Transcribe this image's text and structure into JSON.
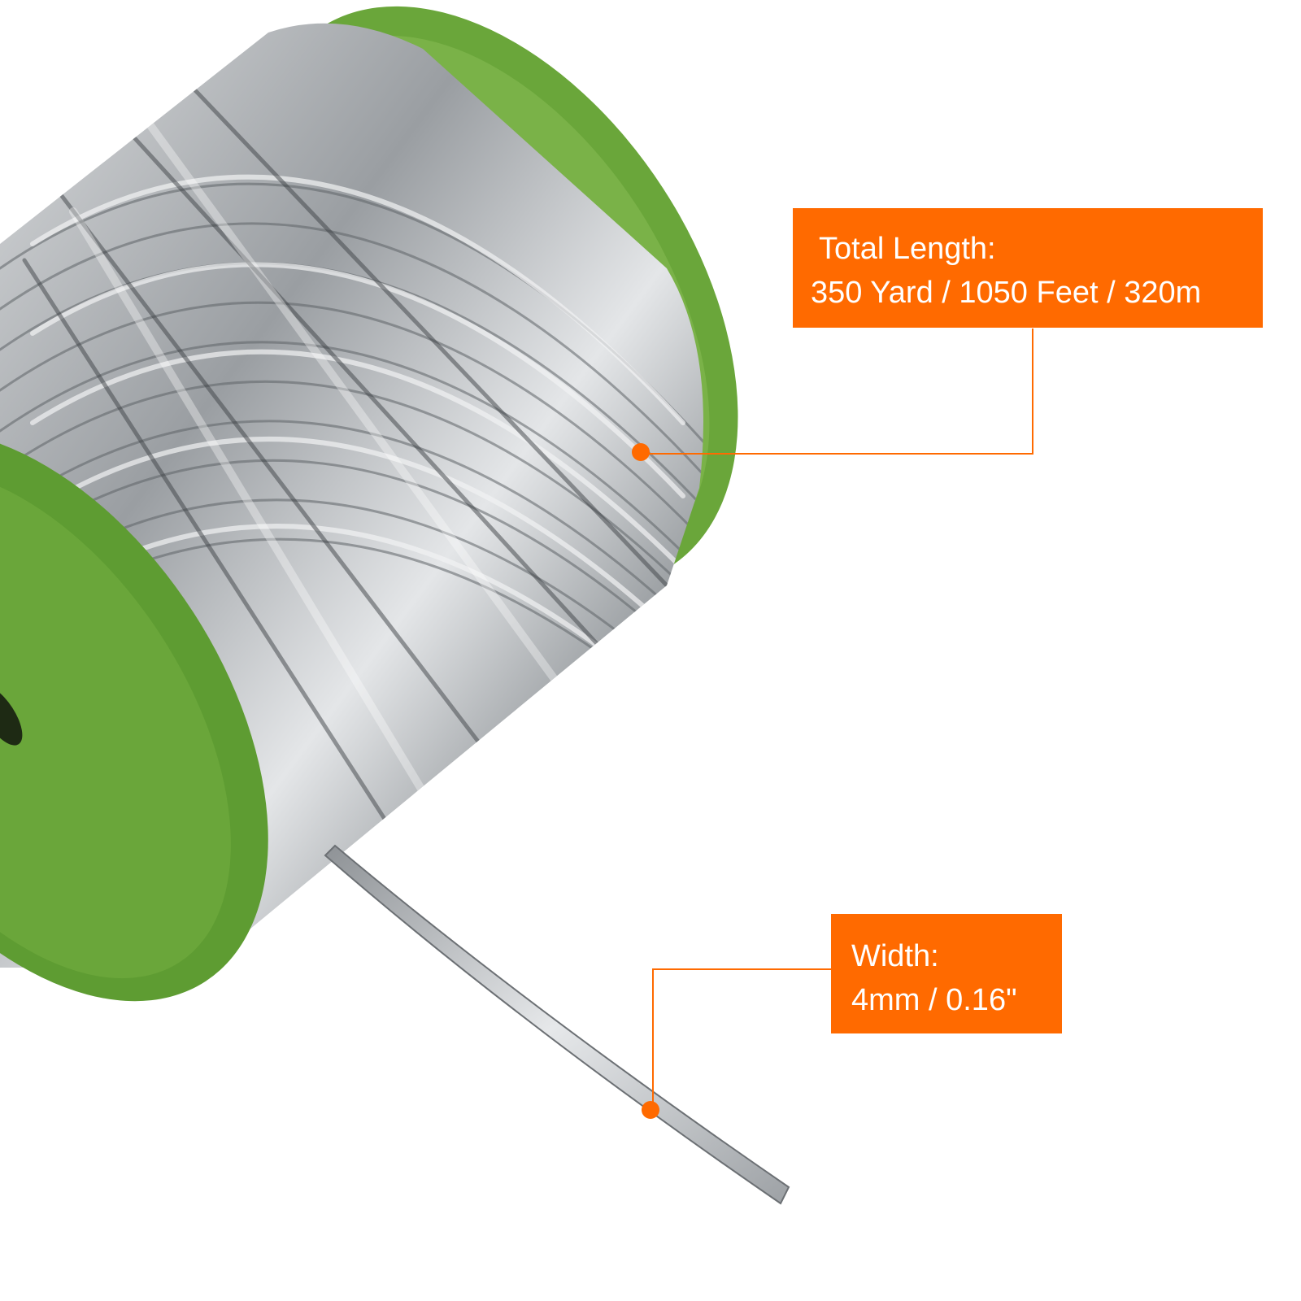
{
  "product": {
    "name": "metallic-ribbon-spool",
    "colors": {
      "spool": "#6aa63a",
      "ribbon": "#b9bcbf",
      "accent": "#ff6a00",
      "callout_text": "#ffffff"
    }
  },
  "callouts": {
    "length": {
      "title": "Total Length:",
      "value": "350 Yard / 1050 Feet / 320m"
    },
    "width": {
      "title": "Width:",
      "value": "4mm / 0.16\""
    }
  }
}
